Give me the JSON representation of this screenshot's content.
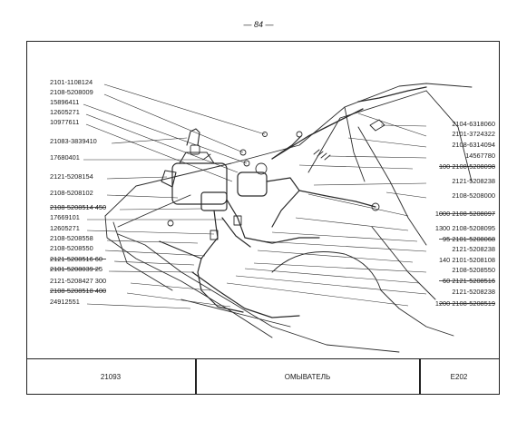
{
  "page_number": "— 84 —",
  "labels_left": [
    "2101-1108124",
    "2108-5208009",
    "15896411",
    "12605271",
    "10977611",
    "21083-3839410",
    "17680401",
    "2121-5208154",
    "2108-5208102",
    "2108-5208514 450",
    "17669101",
    "12605271",
    "2108-5208558",
    "2108-5208550",
    "2121-5208516 60",
    "2101-5208039 25",
    "2121-5208427 300",
    "2108-5208518 400",
    "24912551"
  ],
  "labels_right": [
    "2104-6318060",
    "2101-3724322",
    "2108-6314094",
    "14567780",
    "100 2108-5208098",
    "2121-5208238",
    "2108-5208000",
    "1000 2108-5208097",
    "1300 2108-5208095",
    "95 2101-5208068",
    "2121-5208238",
    "140 2101-5208108",
    "2108-5208550",
    "60 2121-5208516",
    "2121-5208238",
    "1200 2108-5208519"
  ],
  "footer": {
    "model": "21093",
    "title": "ОМЫВАТЕЛЬ",
    "code": "E202"
  }
}
